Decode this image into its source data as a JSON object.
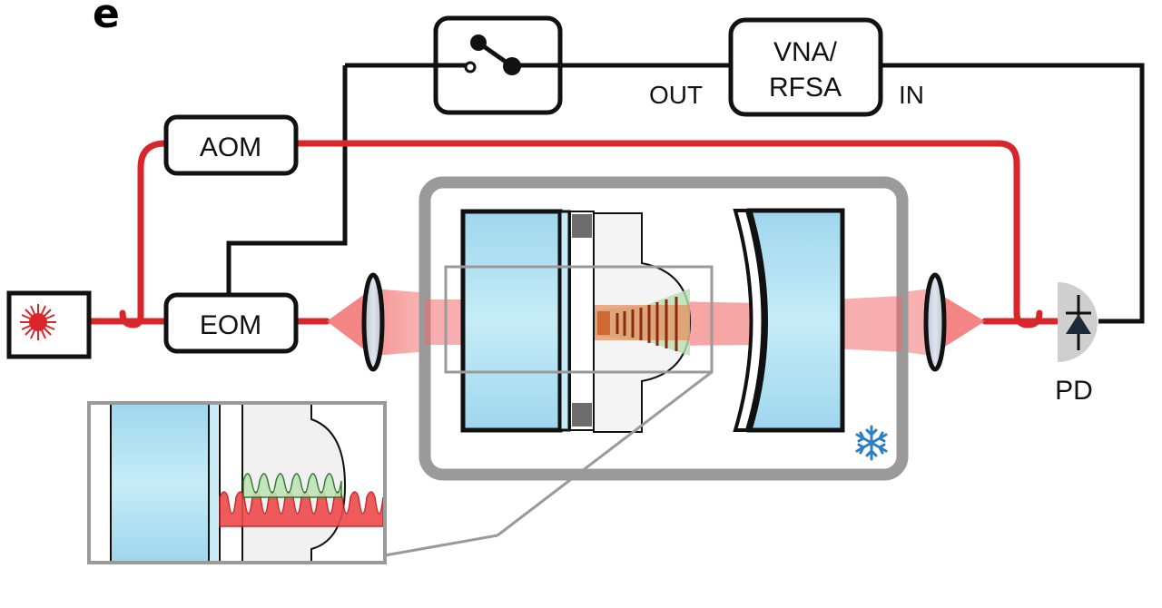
{
  "panel_label": "e",
  "components": {
    "aom": "AOM",
    "eom": "EOM",
    "vna_line1": "VNA/",
    "vna_line2": "RFSA",
    "vna_out": "OUT",
    "vna_in": "IN",
    "pd": "PD"
  },
  "icons": {
    "laser": "laser-source-icon",
    "switch": "rf-switch-icon",
    "photodiode": "photodiode-icon",
    "cryo": "snowflake-icon"
  },
  "colors": {
    "optical_path": "#d9262b",
    "electrical_path": "#111111",
    "beam": "#f27a7a",
    "mirror_glass": "#a8dcef",
    "cryostat": "#9a9a9a",
    "acoustic_wave": "#2e8b2e",
    "optical_wave": "#e0242b"
  }
}
